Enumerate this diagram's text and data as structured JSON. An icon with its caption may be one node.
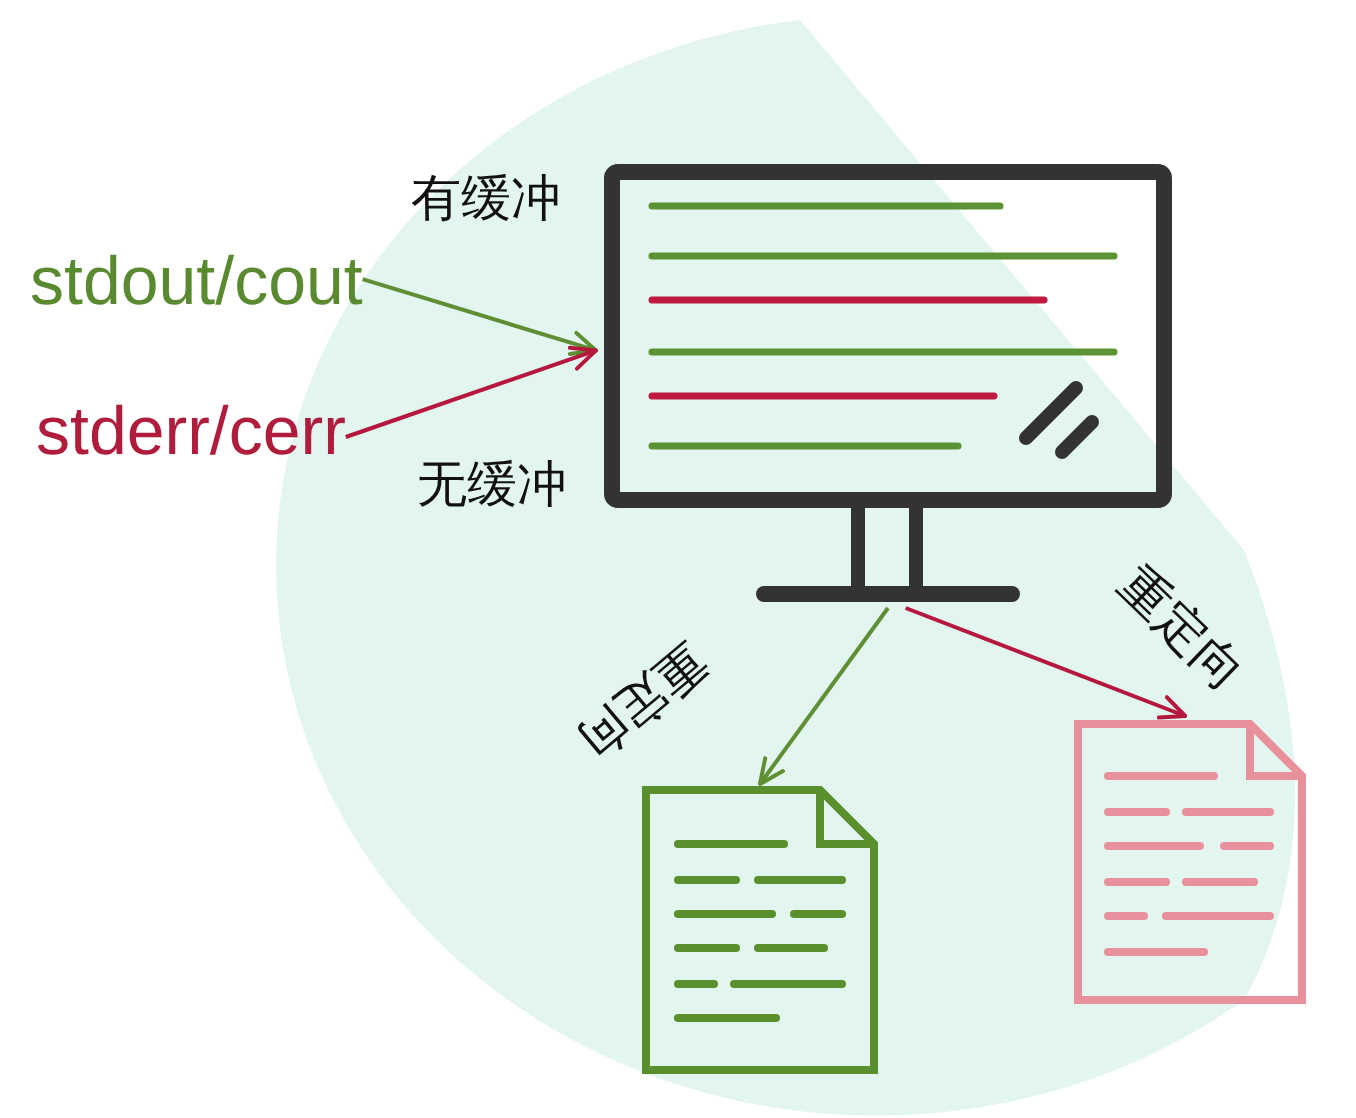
{
  "diagram": {
    "nodes": [
      {
        "text": [
          "stdout/cout"
        ]
      },
      {
        "text": [
          "stderr/cerr"
        ]
      },
      {
        "text": [],
        "shape": "picture"
      },
      {
        "text": [],
        "shape": "picture"
      },
      {
        "text": [],
        "shape": "picture"
      }
    ],
    "edges": [
      {
        "from": 0,
        "to": 2,
        "arrow": "to",
        "label": "有缓冲",
        "color": "#5e8f32"
      },
      {
        "from": 1,
        "to": 2,
        "arrow": "to",
        "label": "无缓冲",
        "color": "#b5173d"
      },
      {
        "from": 2,
        "to": 3,
        "arrow": "to",
        "label": "重定向",
        "color": "#5e8f32"
      },
      {
        "from": 2,
        "to": 4,
        "arrow": "to",
        "label": "重定向",
        "color": "#b5173d"
      }
    ]
  }
}
